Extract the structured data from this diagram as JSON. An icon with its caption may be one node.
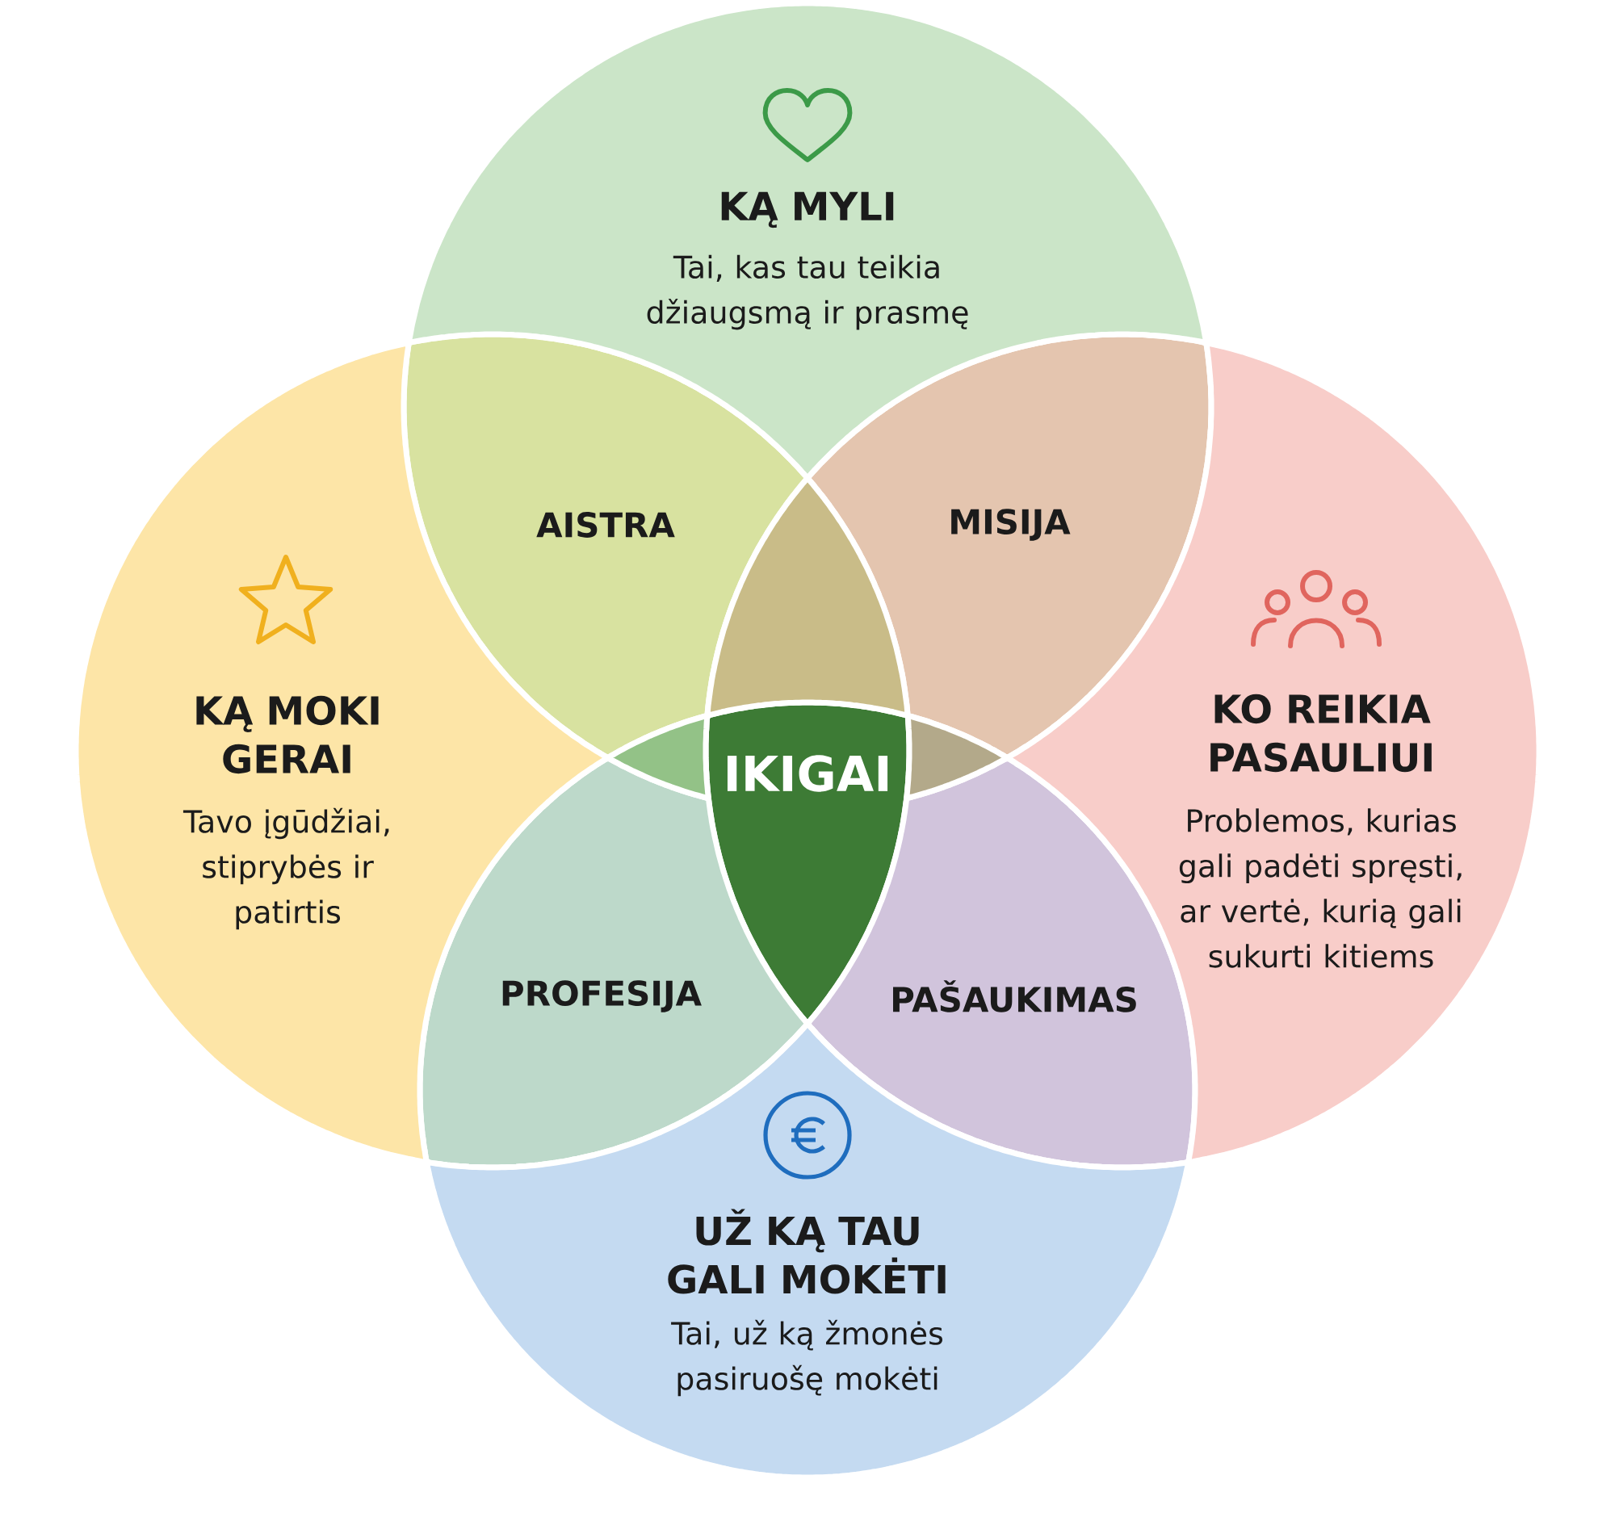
{
  "diagram": {
    "nodes": [
      {
        "text": [
          "KĄ MYLI",
          "Tai, kas tau teikia džiaugsmą ir prasmę"
        ]
      },
      {
        "text": [
          "AISTRA"
        ]
      },
      {
        "text": [
          "MISIJA"
        ]
      },
      {
        "text": [],
        "shape": "triangle"
      },
      {
        "text": [
          "KĄ MOKI GERAI",
          "Tavo įgūdžiai, stiprybės ir patirtis"
        ]
      },
      {
        "text": [],
        "shape": "triangle"
      },
      {
        "text": [
          "IKIGAI"
        ]
      },
      {
        "text": [],
        "shape": "triangle"
      },
      {
        "text": [
          "KO REIKIA PASAULIUI",
          "Problemos, kurias gali padėti spręsti, ar vertė, kurią gali sukurti kitiems"
        ]
      },
      {
        "text": [
          "PROFESIJA"
        ]
      },
      {
        "text": [
          "PAŠAUKIMAS"
        ]
      },
      {
        "text": [
          "UŽ KĄ TAU GALI MOKĖTI",
          "Tai, už ką žmonės pasiruošę mokėti"
        ]
      }
    ]
  }
}
